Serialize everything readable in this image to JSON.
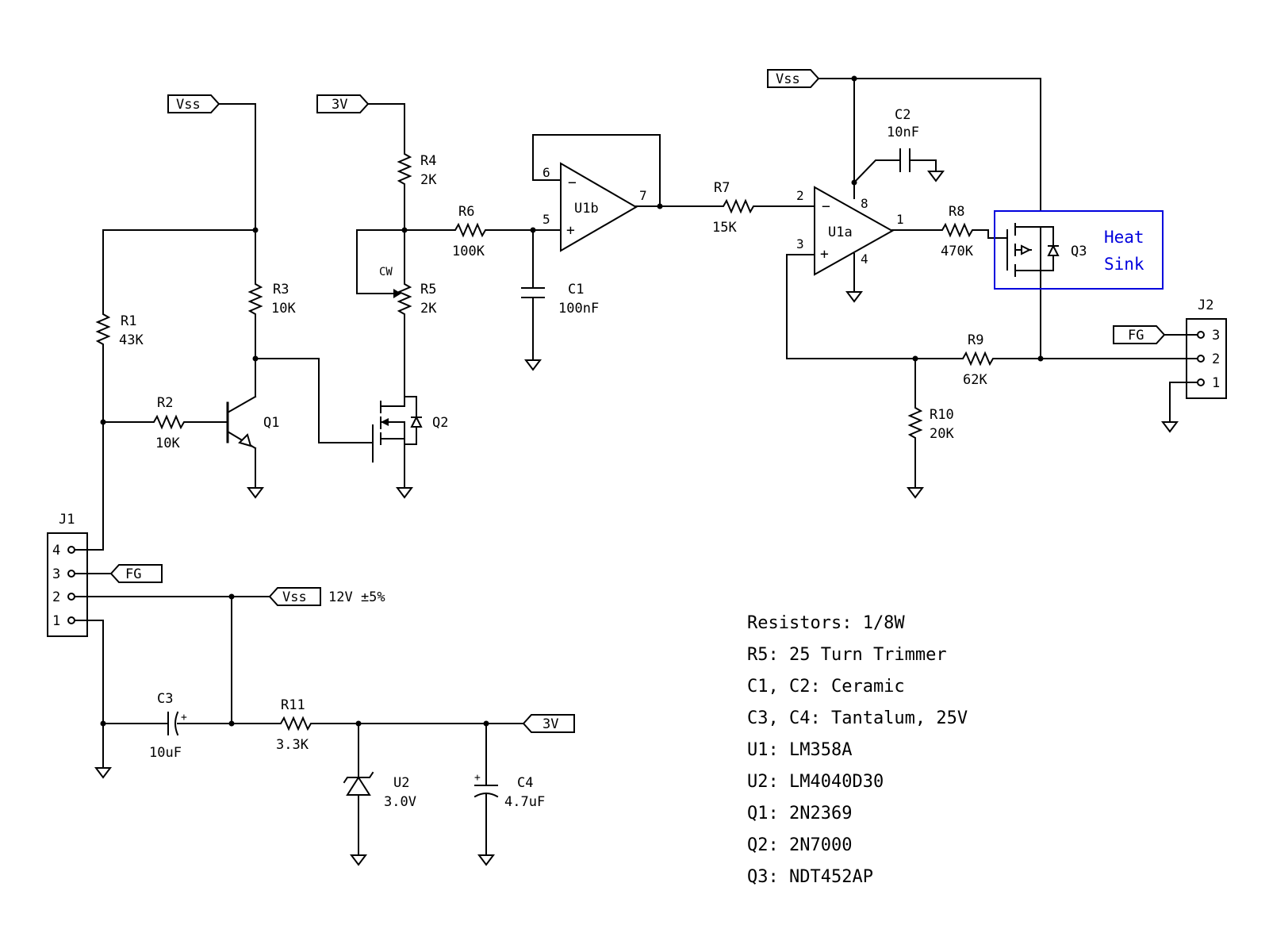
{
  "components": {
    "R1": {
      "ref": "R1",
      "value": "43K"
    },
    "R2": {
      "ref": "R2",
      "value": "10K"
    },
    "R3": {
      "ref": "R3",
      "value": "10K"
    },
    "R4": {
      "ref": "R4",
      "value": "2K"
    },
    "R5": {
      "ref": "R5",
      "value": "2K",
      "extra": "CW"
    },
    "R6": {
      "ref": "R6",
      "value": "100K"
    },
    "R7": {
      "ref": "R7",
      "value": "15K"
    },
    "R8": {
      "ref": "R8",
      "value": "470K"
    },
    "R9": {
      "ref": "R9",
      "value": "62K"
    },
    "R10": {
      "ref": "R10",
      "value": "20K"
    },
    "R11": {
      "ref": "R11",
      "value": "3.3K"
    },
    "C1": {
      "ref": "C1",
      "value": "100nF"
    },
    "C2": {
      "ref": "C2",
      "value": "10nF"
    },
    "C3": {
      "ref": "C3",
      "value": "10uF"
    },
    "C4": {
      "ref": "C4",
      "value": "4.7uF"
    },
    "Q1": {
      "ref": "Q1"
    },
    "Q2": {
      "ref": "Q2"
    },
    "Q3": {
      "ref": "Q3"
    },
    "U1a": {
      "ref": "U1a",
      "pins": {
        "minus": "2",
        "plus": "3",
        "out": "1",
        "vcc": "8",
        "gnd": "4"
      }
    },
    "U1b": {
      "ref": "U1b",
      "pins": {
        "minus": "6",
        "plus": "5",
        "out": "7"
      }
    },
    "U2": {
      "ref": "U2",
      "value": "3.0V"
    },
    "J1": {
      "ref": "J1",
      "pins": [
        "4",
        "3",
        "2",
        "1"
      ]
    },
    "J2": {
      "ref": "J2",
      "pins": [
        "3",
        "2",
        "1"
      ]
    }
  },
  "net_tags": {
    "vss": "Vss",
    "v3": "3V",
    "fg": "FG"
  },
  "supply_note": "12V ±5%",
  "heat_sink": {
    "line1": "Heat",
    "line2": "Sink"
  },
  "notes": [
    "Resistors: 1/8W",
    "R5: 25 Turn Trimmer",
    "C1, C2: Ceramic",
    "C3, C4: Tantalum, 25V",
    "U1: LM358A",
    "U2: LM4040D30",
    "Q1: 2N2369",
    "Q2: 2N7000",
    "Q3: NDT452AP"
  ]
}
